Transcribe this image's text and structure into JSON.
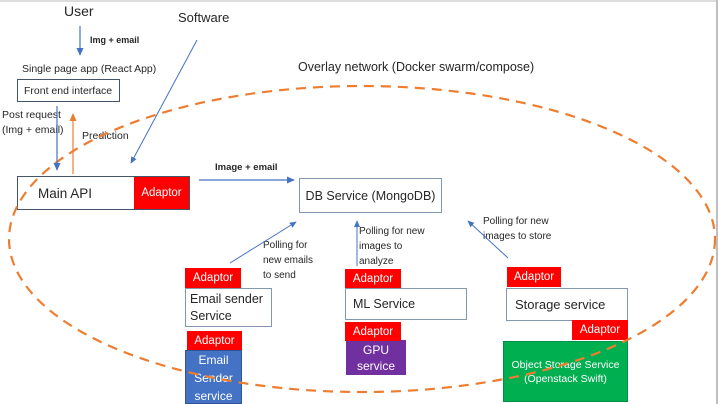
{
  "title": "Overlay network (Docker swarm/compose)",
  "actors": {
    "user": "User",
    "software": "Software"
  },
  "frontend": {
    "caption": "Single page app (React  App)",
    "box_label": "Front end interface"
  },
  "main_api": {
    "label": "Main API",
    "adaptor": "Adaptor"
  },
  "db": {
    "label": "DB Service (MongoDB)"
  },
  "email": {
    "adaptor_top": "Adaptor",
    "service_lines": [
      "Email sender",
      "Service"
    ],
    "adaptor_bottom": "Adaptor",
    "container_lines": [
      "Email",
      "Sender",
      "service"
    ]
  },
  "ml": {
    "adaptor_top": "Adaptor",
    "service_label": "ML Service",
    "adaptor_bottom": "Adaptor",
    "container_lines": [
      "GPU",
      "service"
    ]
  },
  "storage": {
    "adaptor_top": "Adaptor",
    "service_label": "Storage service",
    "adaptor_bottom": "Adaptor",
    "container_lines": [
      "Object Storage Service",
      "(Openstack Swift)"
    ]
  },
  "edge_labels": {
    "user_to_spa": "Img + email",
    "post_request": [
      "Post request",
      "(Img + email)"
    ],
    "prediction": "Prediction",
    "api_to_db": "Image + email",
    "poll_email": [
      "Polling for",
      "new emails",
      "to send"
    ],
    "poll_analyze": [
      "Polling for new",
      "images to",
      "analyze"
    ],
    "poll_store": [
      "Polling for new",
      "images to store"
    ]
  },
  "colors": {
    "adaptor": "#FF0000",
    "email_container": "#4472C4",
    "gpu_container": "#7030A0",
    "object_storage_container": "#00B050",
    "connector_blue": "#4472C4",
    "connector_orange": "#ED7D31",
    "overlay_boundary": "#ED7D31",
    "node_border": "#44546A"
  }
}
